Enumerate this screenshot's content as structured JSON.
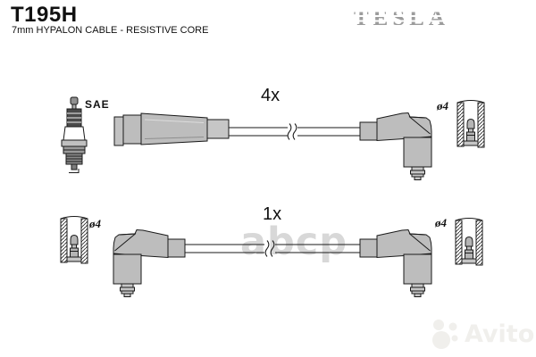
{
  "header": {
    "part_number": "T195H",
    "subtitle": "7mm HYPALON CABLE - RESISTIVE CORE",
    "brand": "TESLA"
  },
  "diagram": {
    "spark_plug_label": "SAE",
    "top_cable": {
      "quantity_label": "4x",
      "diameter_label": "ø4"
    },
    "bottom_cable": {
      "quantity_label": "1x",
      "diameter_left_label": "ø4",
      "diameter_right_label": "ø4"
    }
  },
  "watermarks": {
    "center": "abcp",
    "corner": "Avito"
  },
  "colors": {
    "boot_fill": "#bdbdbd",
    "outline": "#1a1a1a",
    "brand_gray": "#9c9c9c",
    "watermark_center_gray": "#cbcbcb",
    "watermark_corner": "#f0efec",
    "background": "#ffffff"
  }
}
